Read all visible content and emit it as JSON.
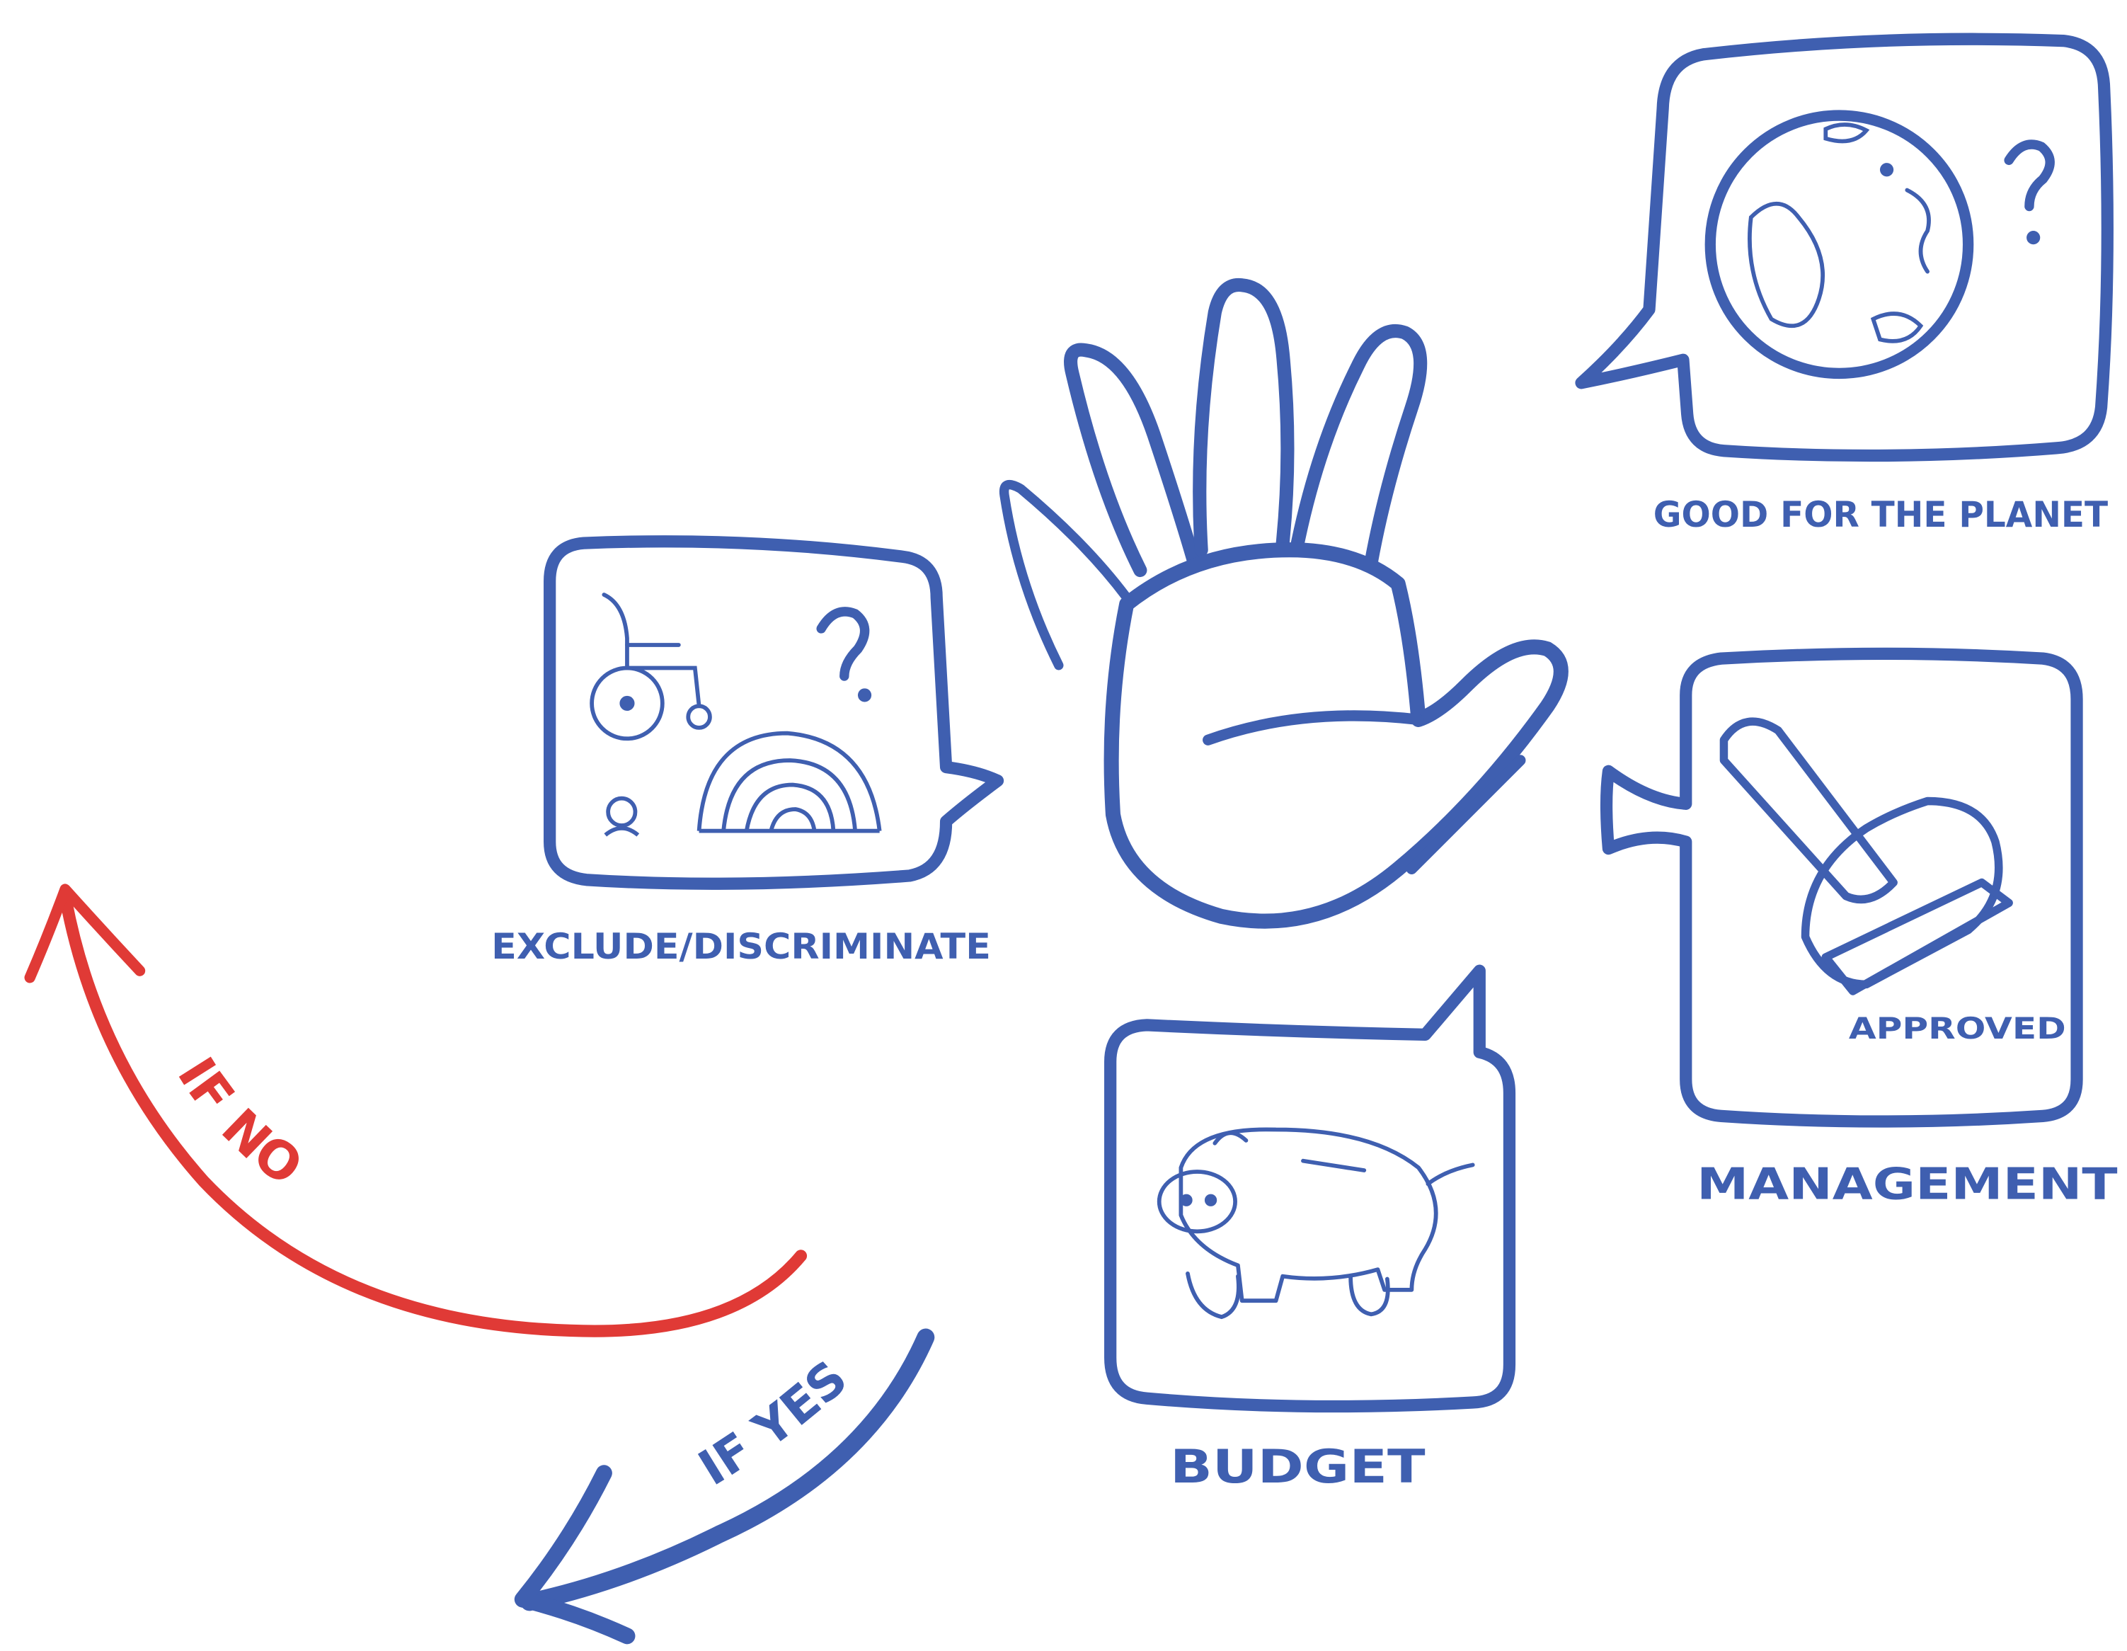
{
  "colors": {
    "ink_blue": "#3F5FB0",
    "ink_red": "#E03A36",
    "background": "#FFFFFF"
  },
  "center": {
    "icon": "raised-hand-icon"
  },
  "bubbles": [
    {
      "key": "planet",
      "label": "GOOD FOR THE PLANET",
      "icon": "globe-icon",
      "extra_icon": "question-mark-icon"
    },
    {
      "key": "exclude",
      "label": "EXCLUDE/DISCRIMINATE",
      "icon": "wheelchair-icon",
      "extra_icon": "rainbow-icon"
    },
    {
      "key": "management",
      "label": "MANAGEMENT",
      "icon": "approval-stamp-icon",
      "stamp_text": "APPROVED"
    },
    {
      "key": "budget",
      "label": "BUDGET",
      "icon": "piggy-bank-icon"
    }
  ],
  "flows": [
    {
      "key": "no",
      "label": "IF NO",
      "color": "#E03A36",
      "icon": "curved-arrow-icon"
    },
    {
      "key": "yes",
      "label": "IF YES",
      "color": "#3F5FB0",
      "icon": "curved-arrow-icon"
    }
  ]
}
